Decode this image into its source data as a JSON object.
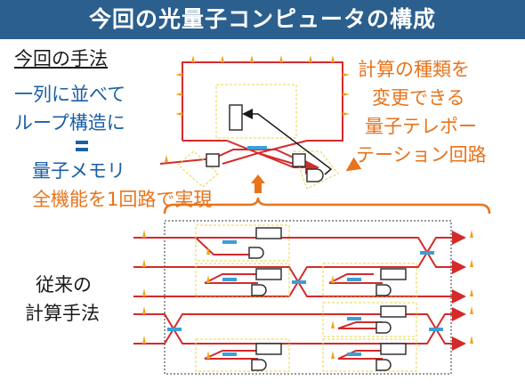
{
  "title": "今回の光量子コンピュータの構成",
  "left_panel": {
    "method_heading": "今回の手法",
    "line1": "一列に並べて",
    "line2": "ループ構造に",
    "line3": "量子メモリ",
    "line4": "全機能を1回路で実現"
  },
  "right_panel": {
    "line1": "計算の種類を",
    "line2": "変更できる",
    "line3": "量子テレポー",
    "line4": "テーション回路"
  },
  "bottom_left": {
    "line1": "従来の",
    "line2": "計算手法"
  },
  "colors": {
    "title_bg": "#2b5f8e",
    "blue_text": "#1b5fa6",
    "orange_text": "#e8731a",
    "beam": "#d42a2a",
    "splitter": "#3a9fd8",
    "spark": "#f2a21b"
  }
}
